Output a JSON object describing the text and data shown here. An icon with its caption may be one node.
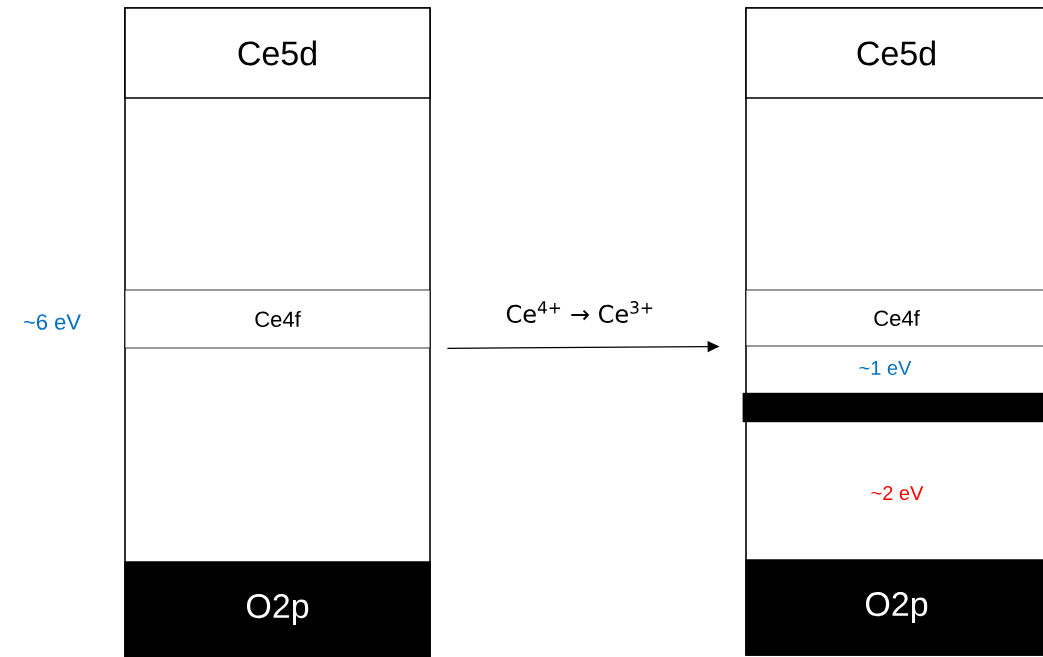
{
  "diagram": {
    "nodes": [
      {
        "text": [
          "Ce5d"
        ]
      },
      {
        "text": [
          "Ce4f"
        ]
      },
      {
        "text": [
          "O2p"
        ]
      },
      {
        "text": [
          "Ce5d"
        ]
      },
      {
        "text": [
          "Ce4f"
        ]
      },
      {
        "text": [],
        "shape": "bar"
      },
      {
        "text": [
          "O2p"
        ]
      }
    ],
    "edges": [
      {
        "from": 1,
        "to": 4,
        "arrow": "to",
        "label": "Ce$^{4+}$ → Ce$^{3+}$"
      }
    ],
    "labels": [
      "~6 eV",
      "~1 eV",
      "~2 eV"
    ]
  }
}
